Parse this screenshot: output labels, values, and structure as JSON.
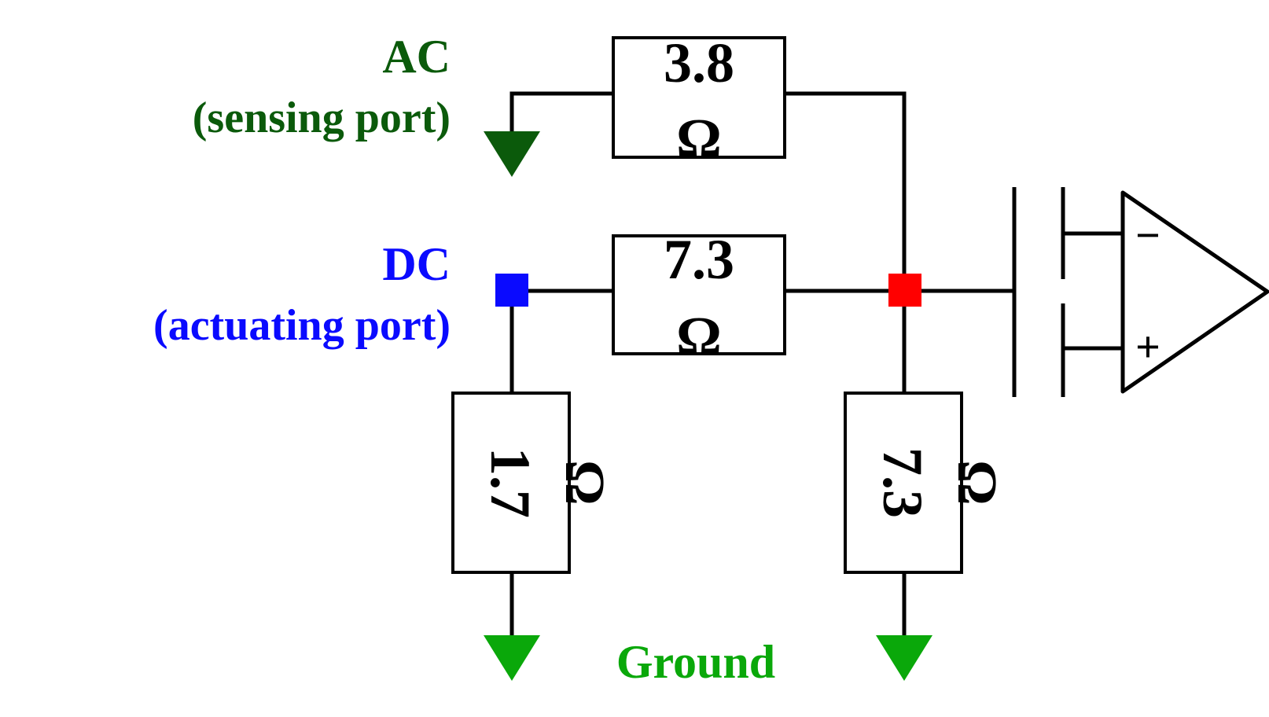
{
  "labels": {
    "ac_line1": "AC",
    "ac_line2": "(sensing port)",
    "dc_line1": "DC",
    "dc_line2": "(actuating port)",
    "ground": "Ground"
  },
  "resistors": {
    "top": {
      "value": "3.8",
      "unit": "Ω"
    },
    "middle": {
      "value": "7.3",
      "unit": "Ω"
    },
    "left_vertical": {
      "value": "1.7",
      "unit": "Ω"
    },
    "right_vertical": {
      "value": "7.3",
      "unit": "Ω"
    }
  },
  "amplifier": {
    "minus": "−",
    "plus": "+"
  },
  "colors": {
    "ac": "#0b5a0b",
    "dc": "#0a0aff",
    "ground": "#0aa80a",
    "node_dc": "#0a0aff",
    "node_out": "#ff0000",
    "wire": "#000000"
  }
}
